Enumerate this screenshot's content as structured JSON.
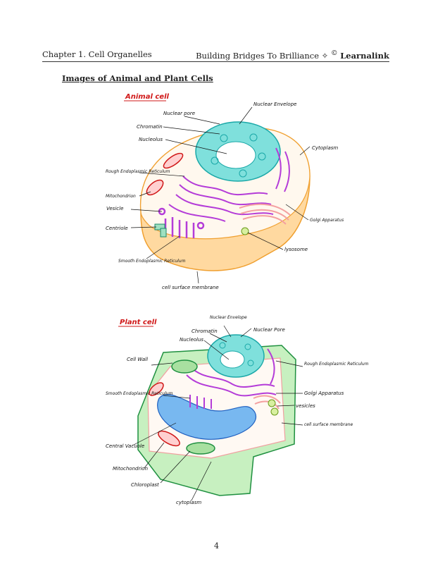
{
  "header": {
    "chapter": "Chapter 1.  Cell Organelles",
    "tagline": "Building Bridges To Brilliance",
    "brand": "Learnalink"
  },
  "section_title": "Images of Animal and Plant Cells",
  "animal": {
    "title": "Animal cell",
    "labels": {
      "nuclear_envelope": "Nuclear Envelope",
      "nuclear_pore": "Nuclear pore",
      "chromatin": "Chromatin",
      "nucleolus": "Nucleolus",
      "cytoplasm": "Cytoplasm",
      "rer": "Rough Endoplasmic Reticulum",
      "mitochondrion": "Mitochondrion",
      "vesicle": "Vesicle",
      "golgi": "Golgi Apparatus",
      "centriole": "Centriole",
      "lysosome": "lysosome",
      "ser": "Smooth Endoplasmic Reticulum",
      "membrane": "cell surface membrane"
    }
  },
  "plant": {
    "title": "Plant cell",
    "labels": {
      "nuclear_envelope": "Nuclear Envelope",
      "chromatin": "Chromatin",
      "nuclear_pore": "Nuclear Pore",
      "nucleolus": "Nucleolus",
      "cell_wall": "Cell Wall",
      "rer": "Rough Endoplasmic Reticulum",
      "golgi": "Golgi Apparatus",
      "ser": "Smooth Endoplasmic Reticulum",
      "vesicles": "vesicles",
      "membrane": "cell surface membrane",
      "vacuole": "Central Vacuole",
      "mitochondrion": "Mitochondrion",
      "chloroplast": "Chloroplast",
      "cytoplasm": "cytoplasm"
    }
  },
  "page_number": "4"
}
